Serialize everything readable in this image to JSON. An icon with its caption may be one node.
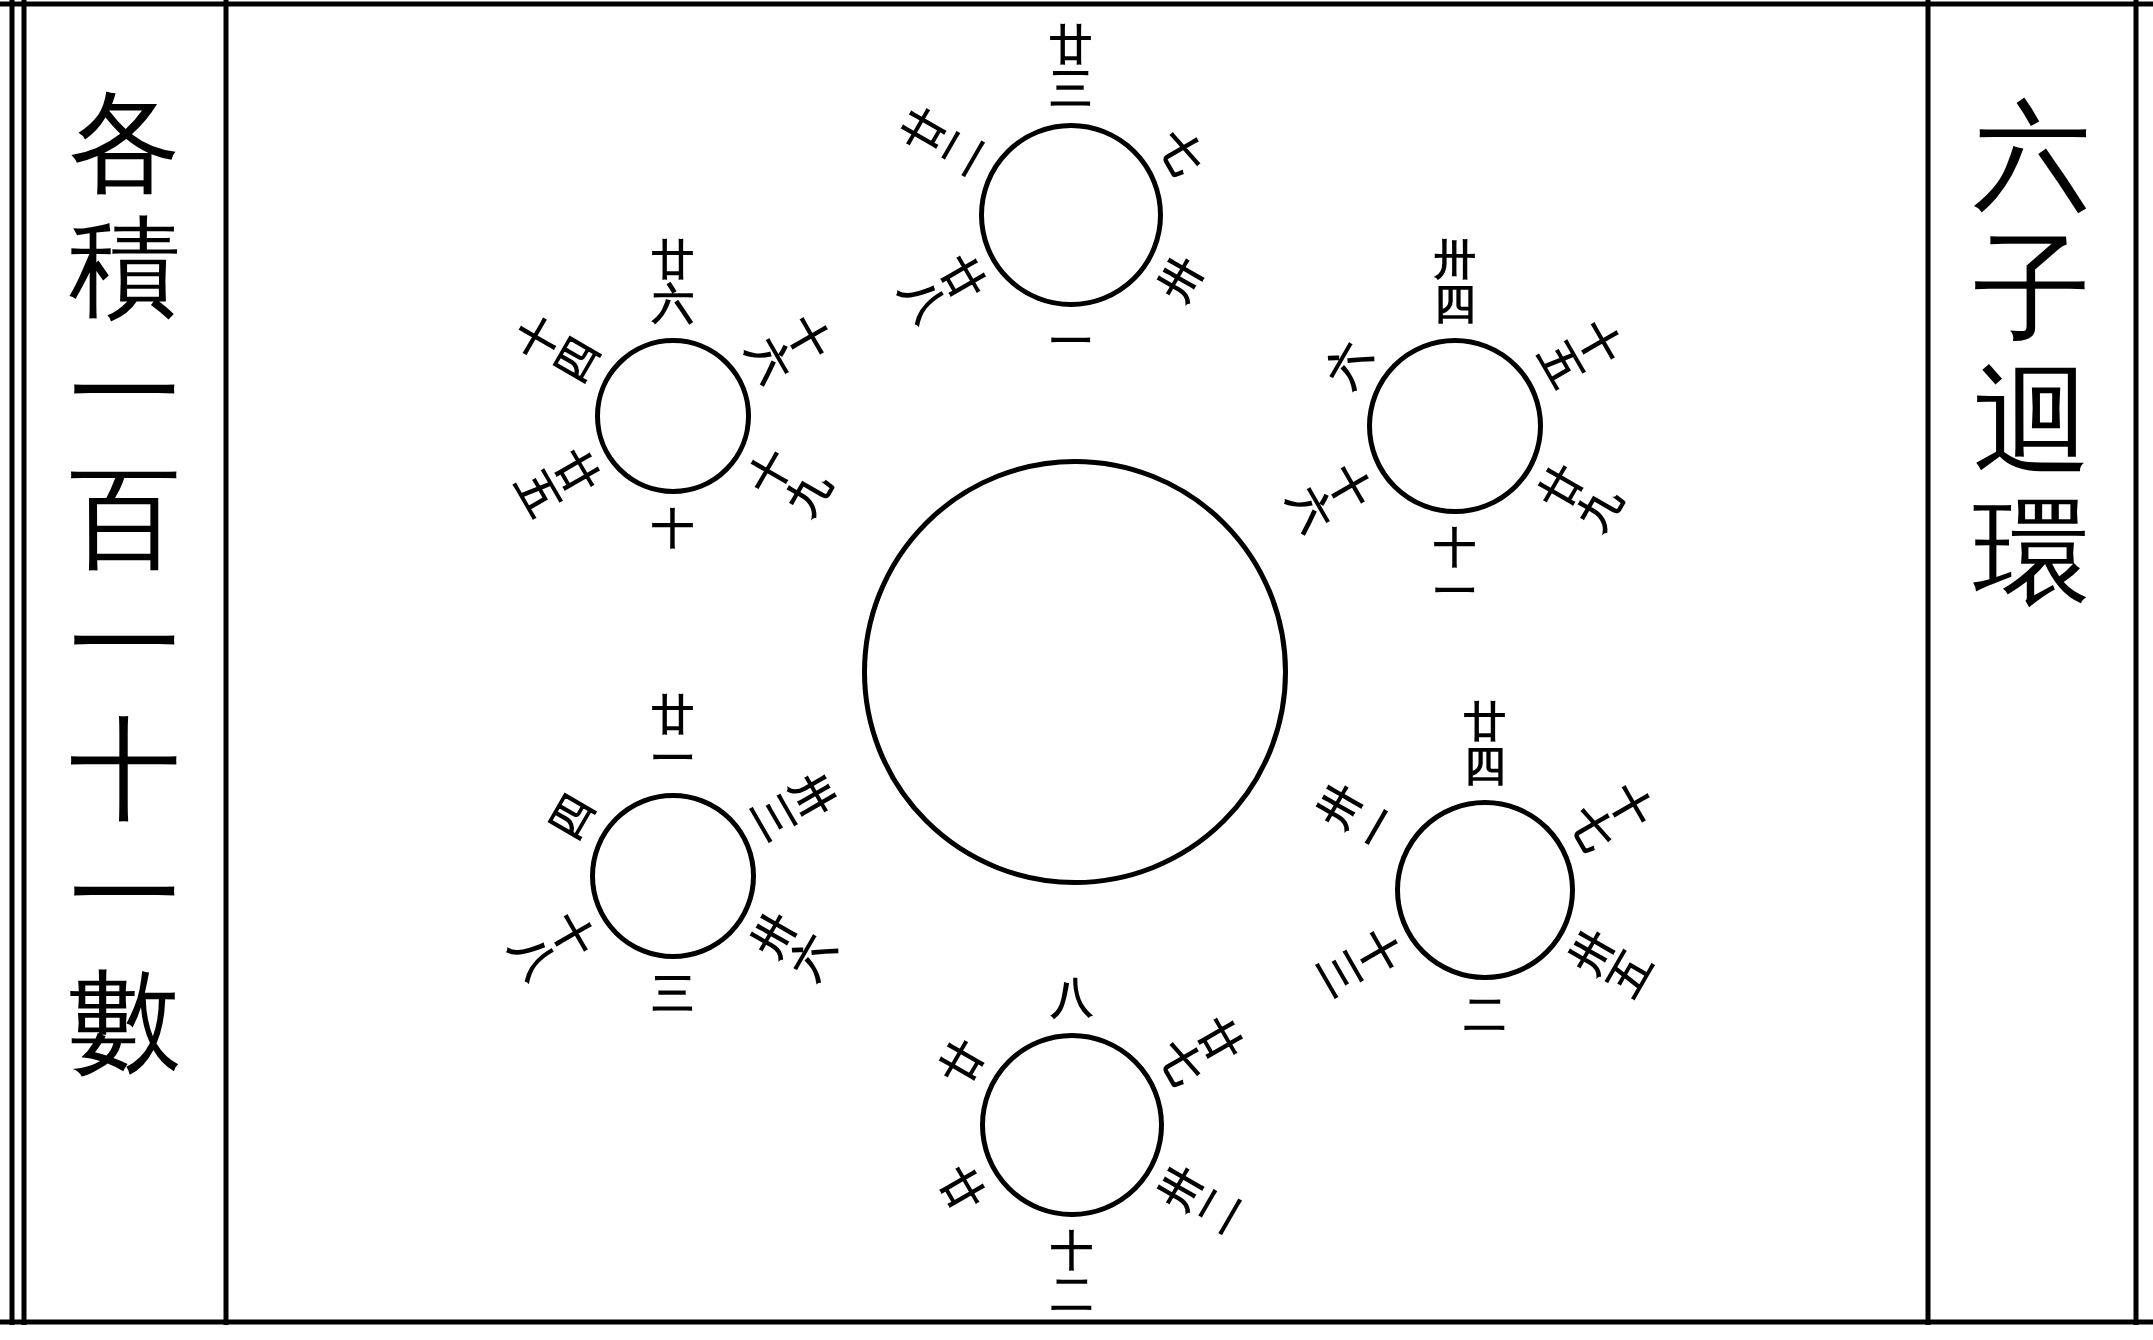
{
  "diagram": {
    "title": "六子迴環",
    "nodes": [
      {
        "text": [],
        "shape": "circle",
        "beside": [
          "廿三",
          "七",
          "卅",
          "一",
          "廿八",
          "廿二"
        ]
      },
      {
        "text": [],
        "shape": "circle",
        "beside": [
          "廿六",
          "十六",
          "十九",
          "十",
          "廿五",
          "十四"
        ]
      },
      {
        "text": [],
        "shape": "circle",
        "beside": [
          "卅四",
          "十五",
          "廿九",
          "十一",
          "十六",
          "六"
        ]
      },
      {
        "text": [],
        "shape": "circle"
      },
      {
        "text": [],
        "shape": "circle",
        "beside": [
          "廿一",
          "卅三",
          "卅六",
          "三",
          "十八",
          "四"
        ]
      },
      {
        "text": [],
        "shape": "circle",
        "beside": [
          "廿四",
          "十七",
          "卅五",
          "二",
          "十三",
          "卅一"
        ]
      },
      {
        "text": [],
        "shape": "circle",
        "beside": [
          "八",
          "廿七",
          "卅二",
          "十二",
          "廿",
          "廿"
        ]
      }
    ],
    "labels": [
      "各積一百一十一數"
    ]
  }
}
